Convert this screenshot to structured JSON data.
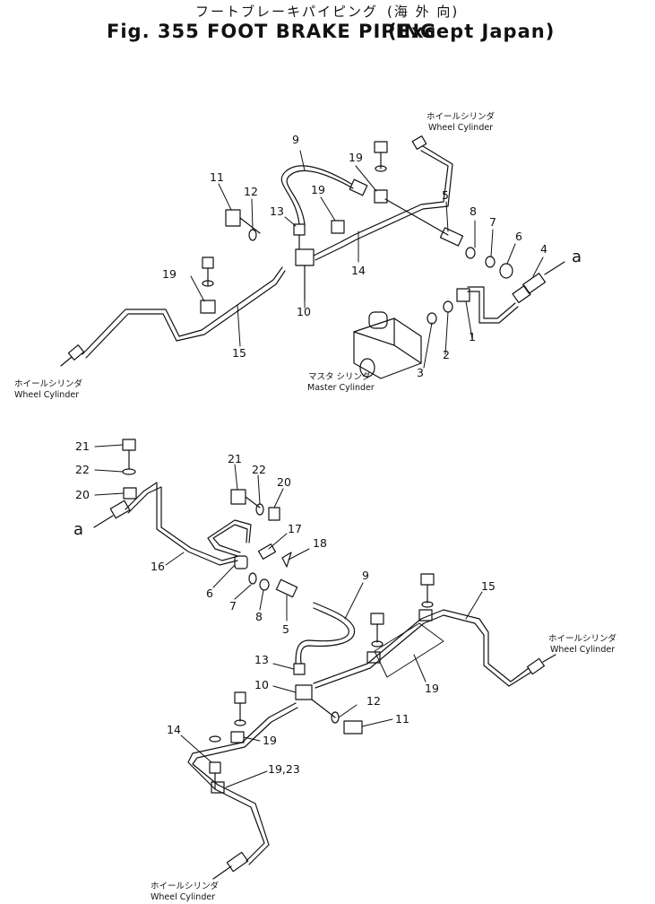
{
  "header": {
    "title_jp": "フートブレーキパイピング",
    "title_paren_jp": "(海  外  向)",
    "title_en": "Fig. 355 FOOT BRAKE PIPING",
    "title_paren_en": "(Except Japan)"
  },
  "labels": {
    "wheel_cyl_jp": "ホイールシリンダ",
    "wheel_cyl_en": "Wheel Cylinder",
    "master_cyl_jp": "マスタ シリンダ",
    "master_cyl_en": "Master Cylinder",
    "ref_a": "a"
  },
  "upper_callouts": [
    "9",
    "19",
    "11",
    "12",
    "13",
    "19",
    "5",
    "8",
    "7",
    "6",
    "4",
    "19",
    "14",
    "10",
    "1",
    "2",
    "3",
    "15"
  ],
  "lower_callouts": [
    "21",
    "22",
    "20",
    "21",
    "22",
    "20",
    "17",
    "18",
    "16",
    "6",
    "7",
    "8",
    "5",
    "9",
    "15",
    "13",
    "10",
    "12",
    "11",
    "19",
    "14",
    "19",
    "19,23"
  ]
}
